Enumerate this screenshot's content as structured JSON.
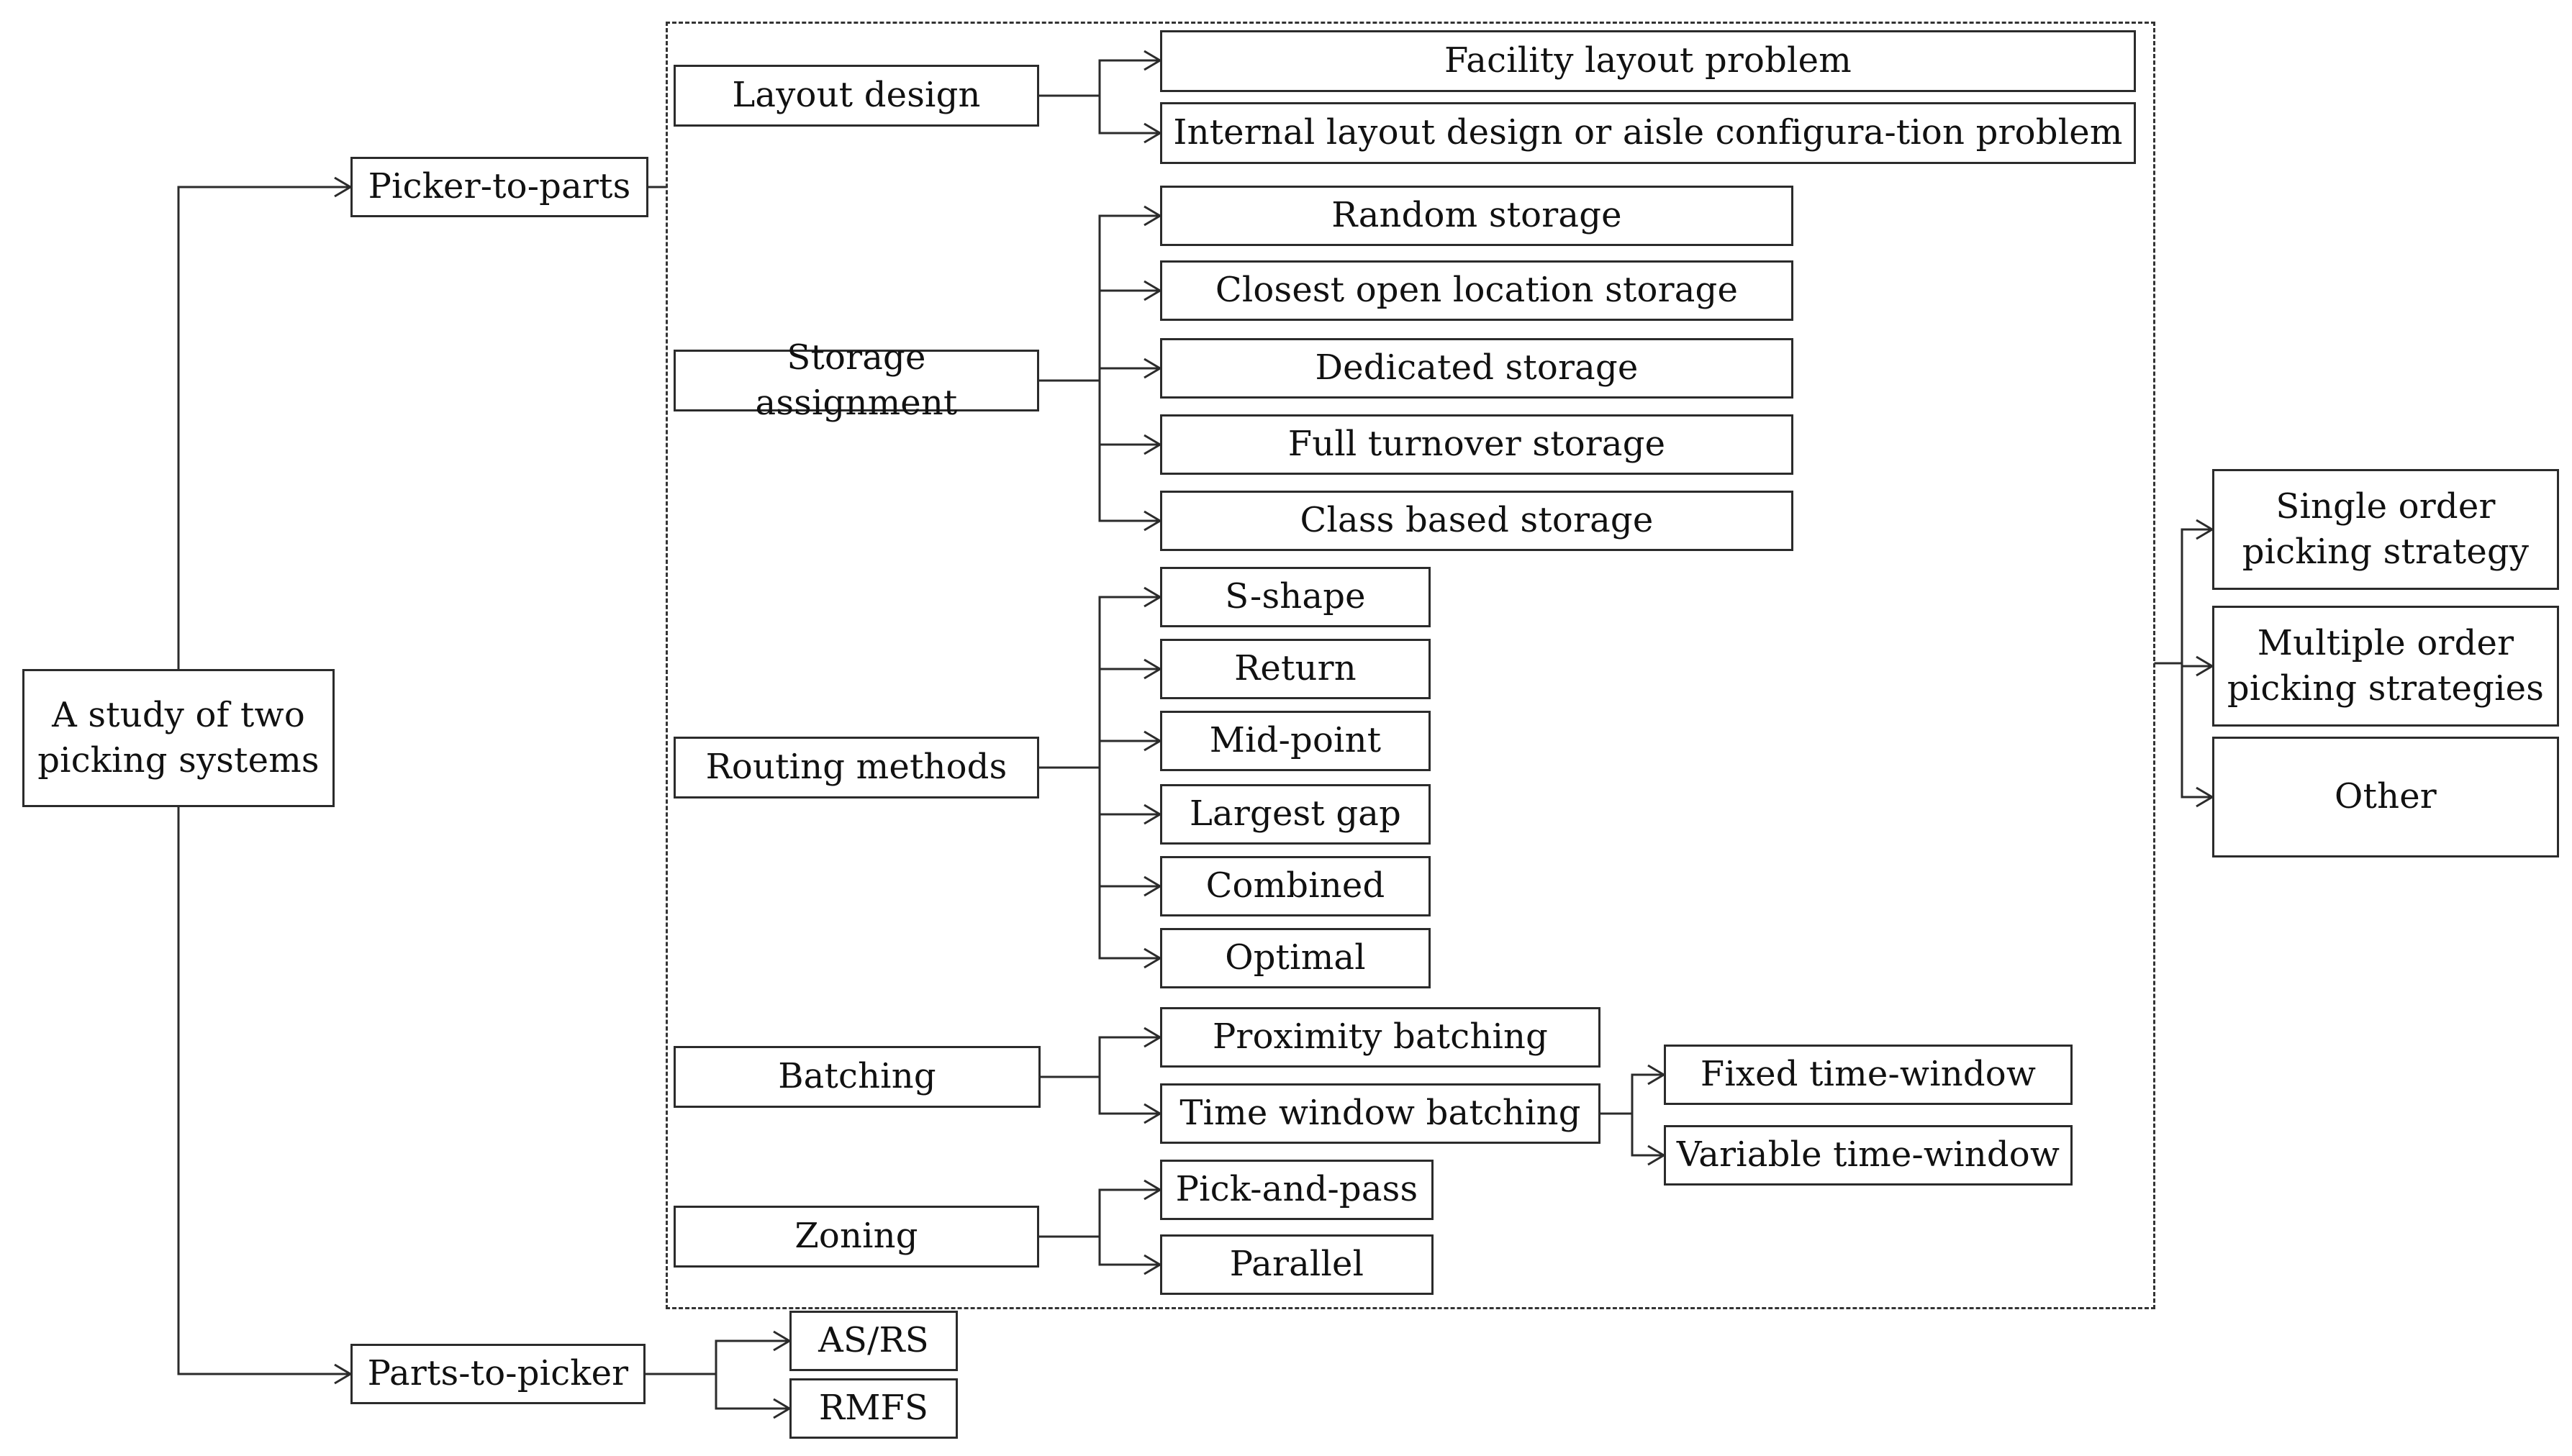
{
  "diagram": {
    "root": "A study of two picking systems",
    "picker_to_parts": {
      "label": "Picker-to-parts",
      "layout_design": {
        "label": "Layout design",
        "children": [
          "Facility layout problem",
          "Internal layout design or aisle configura-tion problem"
        ]
      },
      "storage_assignment": {
        "label": "Storage assignment",
        "children": [
          "Random storage",
          "Closest open location storage",
          "Dedicated storage",
          "Full turnover storage",
          "Class based storage"
        ]
      },
      "routing_methods": {
        "label": "Routing methods",
        "children": [
          "S-shape",
          "Return",
          "Mid-point",
          "Largest gap",
          "Combined",
          "Optimal"
        ]
      },
      "batching": {
        "label": "Batching",
        "children": [
          "Proximity batching",
          "Time window batching"
        ],
        "time_window_children": [
          "Fixed time-window",
          "Variable time-window"
        ]
      },
      "zoning": {
        "label": "Zoning",
        "children": [
          "Pick-and-pass",
          "Parallel"
        ]
      }
    },
    "parts_to_picker": {
      "label": "Parts-to-picker",
      "children": [
        "AS/RS",
        "RMFS"
      ]
    },
    "strategies": [
      "Single order picking strategy",
      "Multiple order picking strategies",
      "Other"
    ]
  }
}
